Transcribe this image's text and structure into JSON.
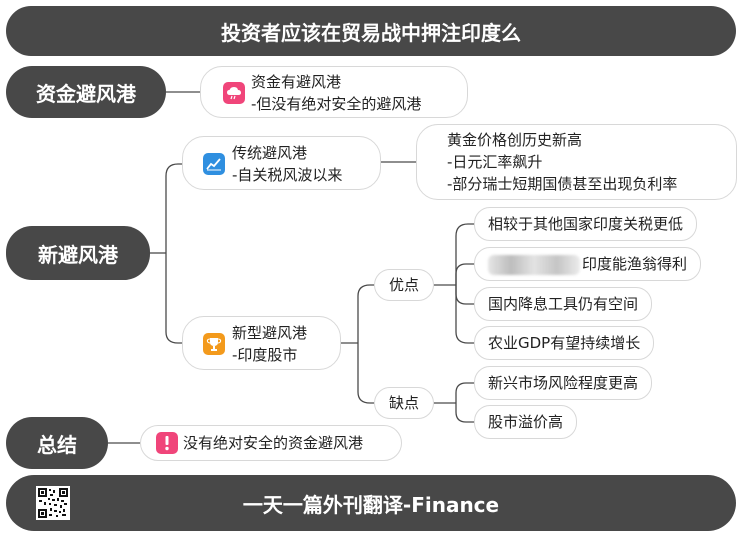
{
  "header": {
    "title": "投资者应该在贸易战中押注印度么"
  },
  "footer": {
    "title": "一天一篇外刊翻译-Finance"
  },
  "sections": {
    "safe_haven": {
      "label": "资金避风港",
      "note_line1": "资金有避风港",
      "note_line2": "-但没有绝对安全的避风港"
    },
    "new_haven": {
      "label": "新避风港",
      "traditional": {
        "line1": "传统避风港",
        "line2": "-自关税风波以来",
        "detail_line1": "黄金价格创历史新高",
        "detail_line2": "-日元汇率飙升",
        "detail_line3": "-部分瑞士短期国债甚至出现负利率"
      },
      "emerging": {
        "line1": "新型避风港",
        "line2": "-印度股市",
        "pros_label": "优点",
        "pros": [
          "相较于其他国家印度关税更低",
          "印度能渔翁得利",
          "国内降息工具仍有空间",
          "农业GDP有望持续增长"
        ],
        "cons_label": "缺点",
        "cons": [
          "新兴市场风险程度更高",
          "股市溢价高"
        ]
      }
    },
    "summary": {
      "label": "总结",
      "note": "没有绝对安全的资金避风港"
    }
  },
  "colors": {
    "dark": "#484848",
    "line": "#4a4a4a",
    "cloud_icon": "#f0457a",
    "chart_icon": "#2f8fe0",
    "trophy_icon": "#f39a1c",
    "alert_icon": "#f0457a"
  },
  "icons": [
    "cloud-icon",
    "trend-chart-icon",
    "trophy-icon",
    "exclamation-icon",
    "qr-code-icon"
  ]
}
